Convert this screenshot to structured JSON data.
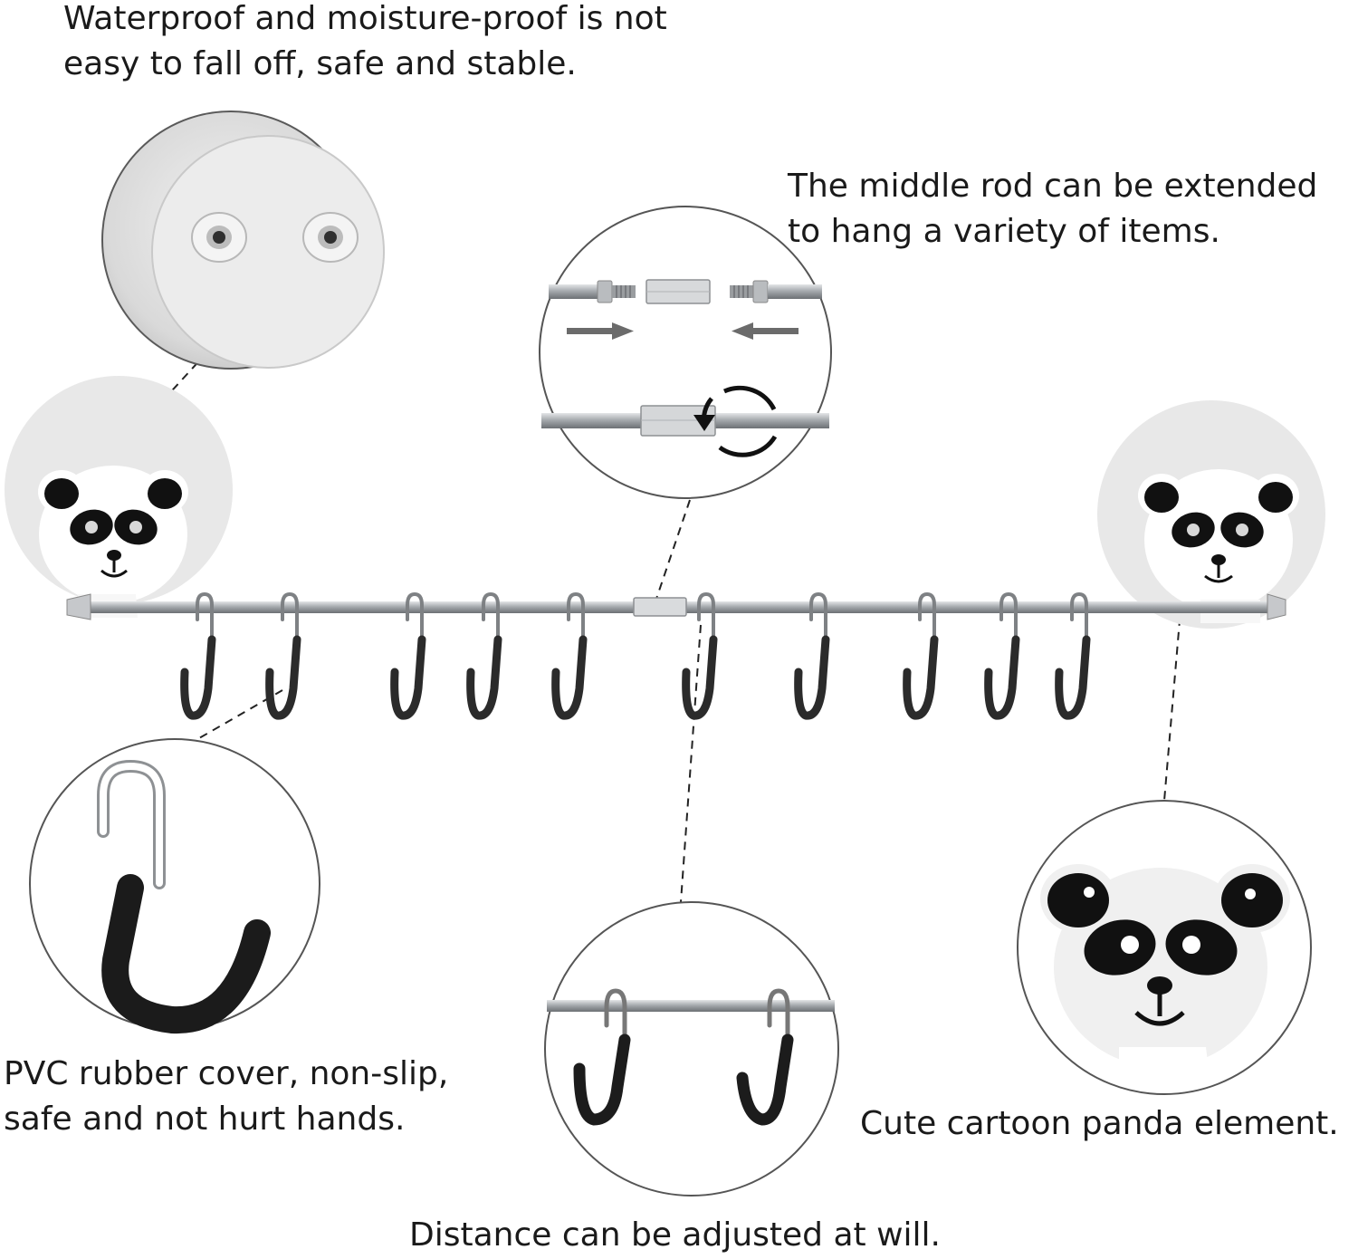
{
  "captions": {
    "waterproof": [
      "Waterproof and moisture-proof is not",
      "easy to fall off, safe and stable."
    ],
    "middle_rod": [
      "The middle rod can be extended",
      "to hang a variety of items."
    ],
    "pvc": [
      "PVC rubber cover, non-slip,",
      "safe and not hurt hands."
    ],
    "panda": "Cute cartoon panda element.",
    "distance": "Distance can be adjusted at will."
  },
  "product": {
    "hook_count": 10
  },
  "colors": {
    "rod": "#a9adb2",
    "hook_cover": "#2b2b2b",
    "plate": "#e9e9e9",
    "panda_black": "#111111",
    "dashed_line": "#222222"
  }
}
